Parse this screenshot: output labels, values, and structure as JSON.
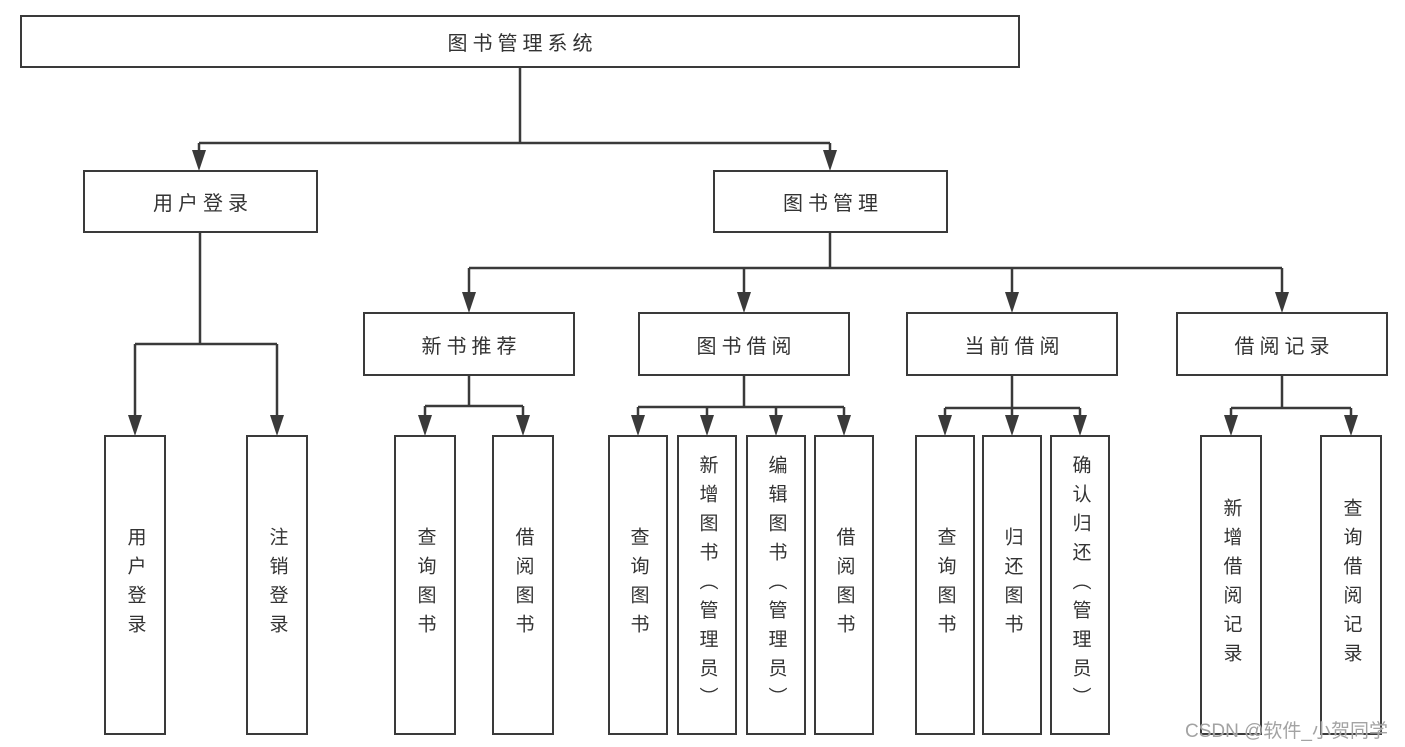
{
  "tree": {
    "label": "图书管理系统",
    "children": [
      {
        "label": "用户登录",
        "children": [
          {
            "label": "用户登录"
          },
          {
            "label": "注销登录"
          }
        ]
      },
      {
        "label": "图书管理",
        "children": [
          {
            "label": "新书推荐",
            "children": [
              {
                "label": "查询图书"
              },
              {
                "label": "借阅图书"
              }
            ]
          },
          {
            "label": "图书借阅",
            "children": [
              {
                "label": "查询图书"
              },
              {
                "label": "新增图书（管理员）"
              },
              {
                "label": "编辑图书（管理员）"
              },
              {
                "label": "借阅图书"
              }
            ]
          },
          {
            "label": "当前借阅",
            "children": [
              {
                "label": "查询图书"
              },
              {
                "label": "归还图书"
              },
              {
                "label": "确认归还（管理员）"
              }
            ]
          },
          {
            "label": "借阅记录",
            "children": [
              {
                "label": "新增借阅记录"
              },
              {
                "label": "查询借阅记录"
              }
            ]
          }
        ]
      }
    ]
  },
  "watermark": {
    "text": "CSDN @软件_小贺同学"
  },
  "colors": {
    "line": "#3a3a3a",
    "box_border": "#3a3a3a",
    "text": "#333333",
    "watermark": "#a3a3a3",
    "background": "#ffffff"
  }
}
